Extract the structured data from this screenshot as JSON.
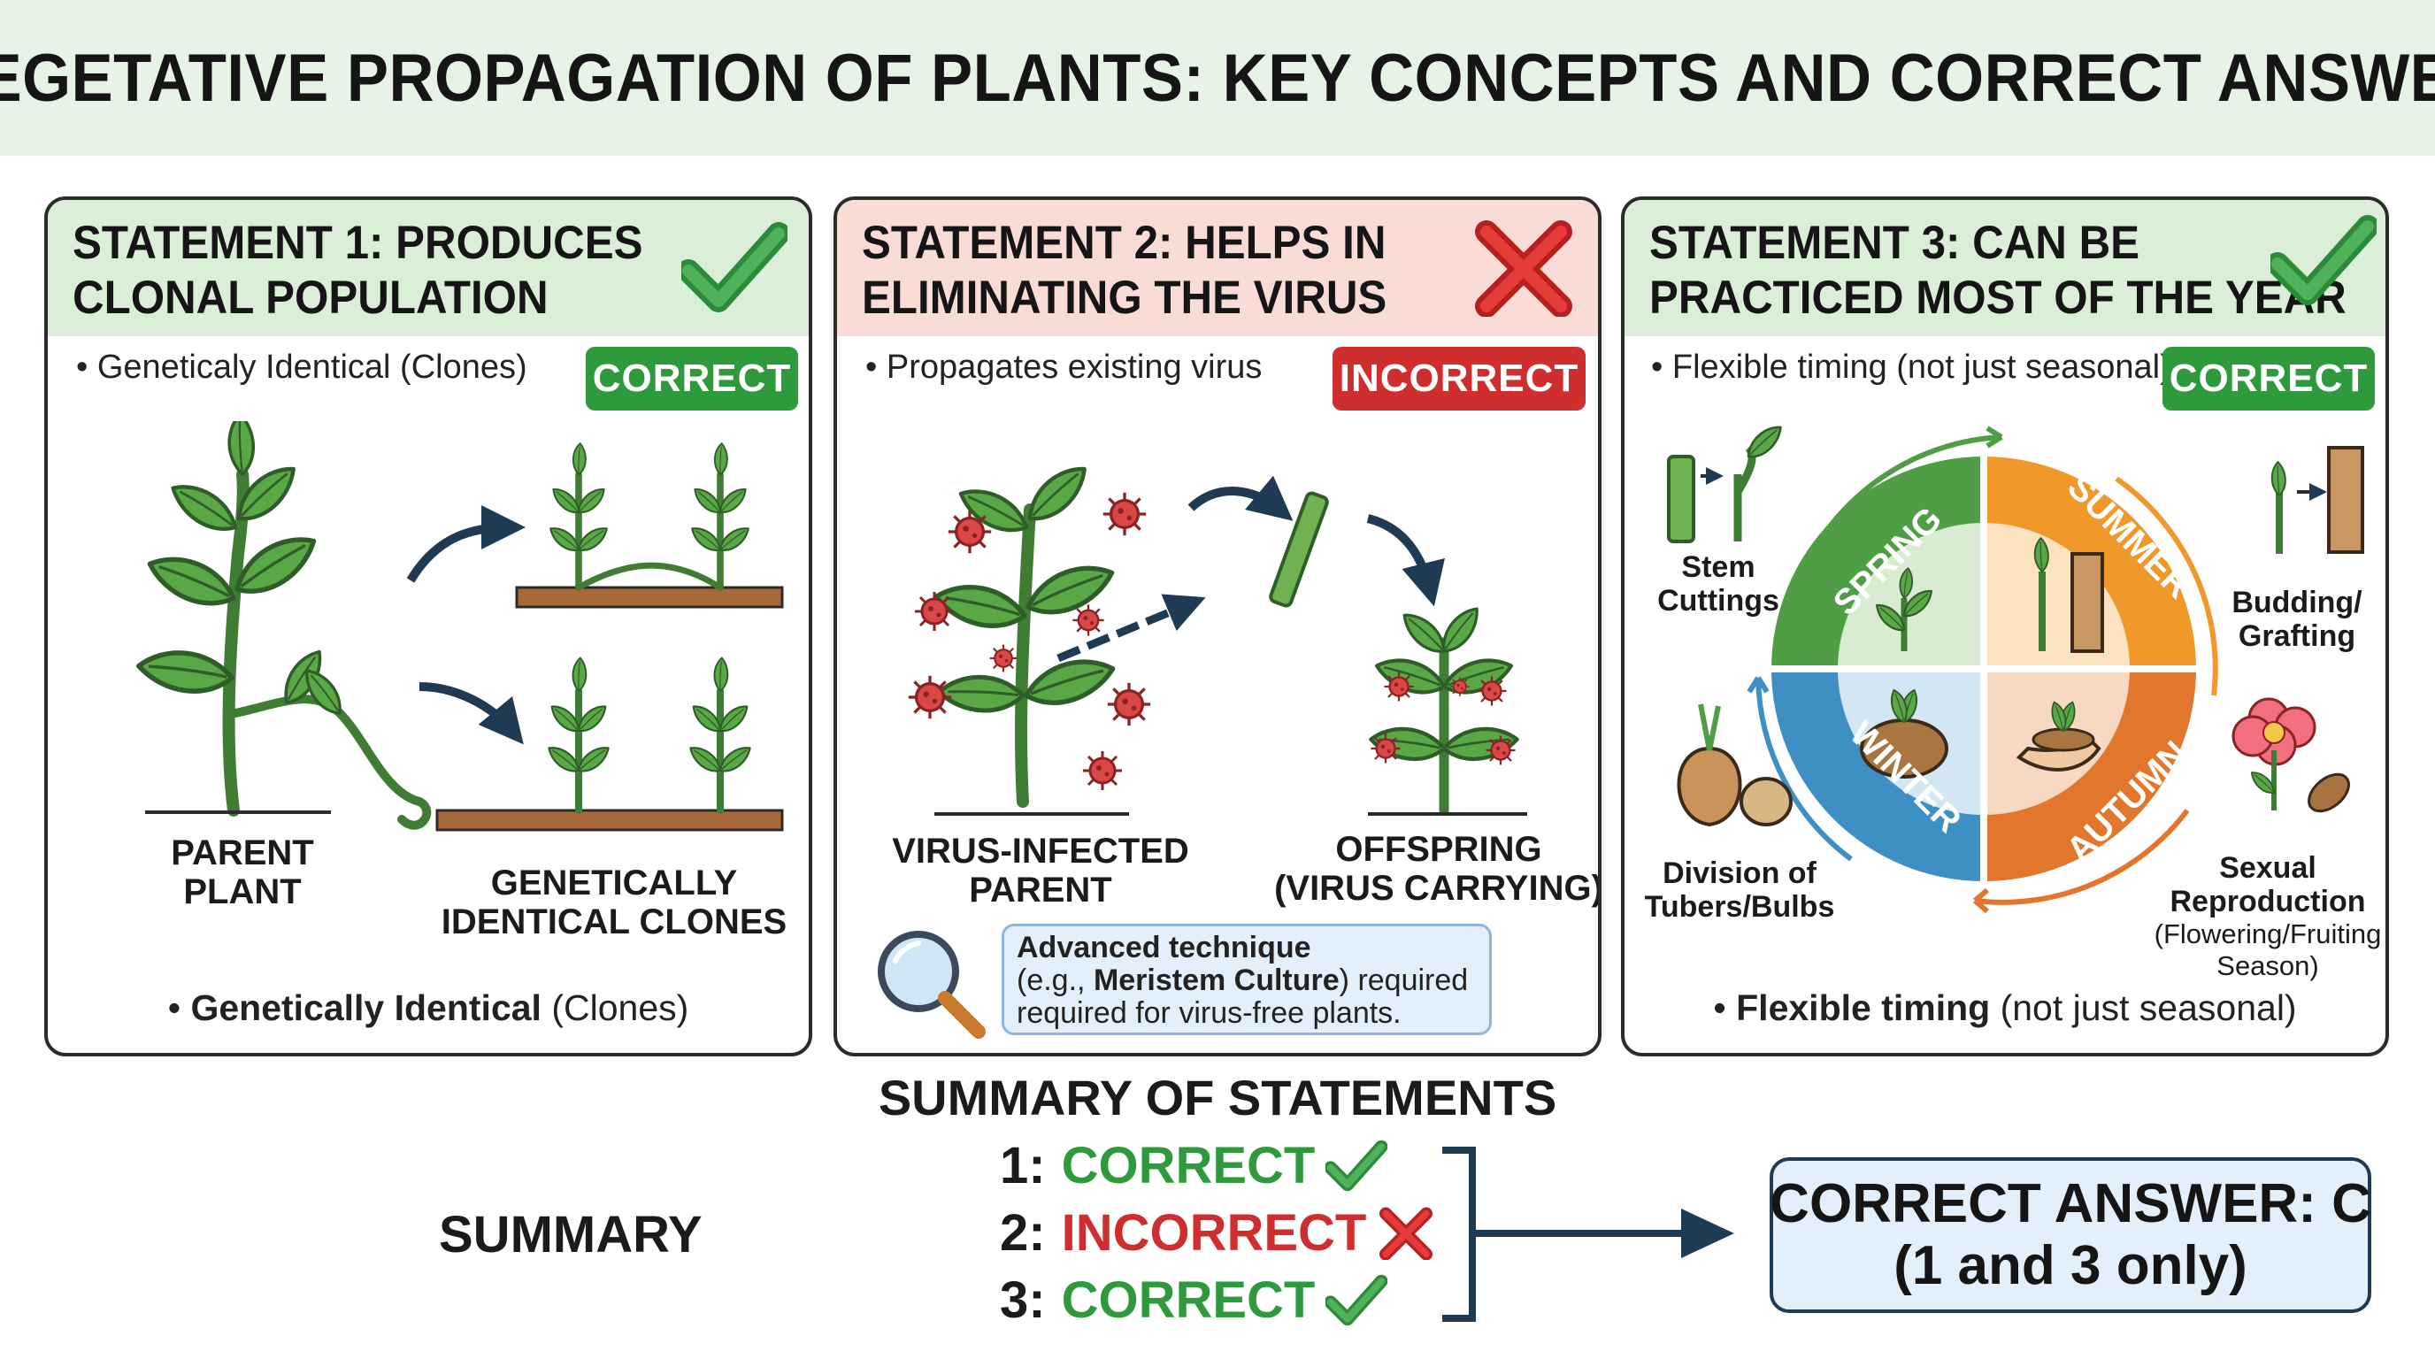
{
  "title": "VEGETATIVE PROPAGATION OF PLANTS: KEY CONCEPTS AND CORRECT ANSWER",
  "colors": {
    "correct": "#2f9a3c",
    "incorrect": "#cf2e2e",
    "leaf": "#5aa845",
    "spring": "#4f9d45",
    "summer": "#f0982a",
    "winter": "#3d8fc4",
    "autumn": "#e2762c"
  },
  "panels": [
    {
      "title_line1": "STATEMENT 1: PRODUCES",
      "title_line2": "CLONAL POPULATION",
      "status_icon": "check-icon",
      "bullet": "• Geneticaly Identical (Clones)",
      "badge": "CORRECT",
      "labels": {
        "parent_line1": "PARENT",
        "parent_line2": "PLANT",
        "clones_line1": "GENETICALLY",
        "clones_line2": "IDENTICAL CLONES"
      },
      "bottom_bold": "Genetically Identical",
      "bottom_rest": " (Clones)"
    },
    {
      "title_line1": "STATEMENT 2: HELPS IN",
      "title_line2": "ELIMINATING THE VIRUS",
      "status_icon": "cross-icon",
      "bullet": "• Propagates existing virus",
      "badge": "INCORRECT",
      "labels": {
        "parent_line1": "VIRUS-INFECTED",
        "parent_line2": "PARENT",
        "offspring_line1": "OFFSPRING",
        "offspring_line2": "(VIRUS CARRYING)"
      },
      "tech_line1": "Advanced technique",
      "tech_line2_pre": "(e.g., ",
      "tech_line2_bold": "Meristem Culture",
      "tech_line2_post": ") required",
      "tech_line3": "required for virus-free plants."
    },
    {
      "title_line1": "STATEMENT 3: CAN BE",
      "title_line2": "PRACTICED MOST OF THE YEAR",
      "status_icon": "check-icon",
      "bullet": "• Flexible timing (not just seasonal)",
      "badge": "CORRECT",
      "seasons": [
        "SPRING",
        "SUMMER",
        "WINTER",
        "AUTUMN"
      ],
      "methods": {
        "stem_line1": "Stem",
        "stem_line2": "Cuttings",
        "budding_line1": "Budding/",
        "budding_line2": "Grafting",
        "division_line1": "Division of",
        "division_line2": "Tubers/Bulbs",
        "sexual_line1": "Sexual",
        "sexual_line2": "Reproduction",
        "sexual_line3": "(Flowering/Fruiting",
        "sexual_line4": "Season)"
      },
      "bottom_bold": "Flexible timing",
      "bottom_rest": " (not just seasonal)"
    }
  ],
  "summary": {
    "heading": "SUMMARY OF STATEMENTS",
    "left_label": "SUMMARY",
    "rows": [
      {
        "num": "1:",
        "status": "CORRECT"
      },
      {
        "num": "2:",
        "status": "INCORRECT"
      },
      {
        "num": "3:",
        "status": "CORRECT"
      }
    ],
    "answer_line1": "CORRECT ANSWER: C",
    "answer_line2": "(1 and 3 only)"
  }
}
